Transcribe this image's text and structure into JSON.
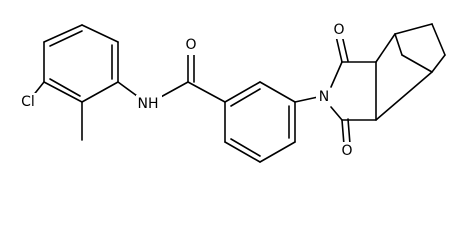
{
  "molecule": {
    "atoms": {
      "cl": "Cl",
      "nh": "NH",
      "amide_o": "O",
      "imide_n": "N",
      "imide_o_top": "O",
      "imide_o_bottom": "O"
    },
    "colors": {
      "bond": "#000000",
      "label": "#000000",
      "background": "#ffffff"
    }
  }
}
